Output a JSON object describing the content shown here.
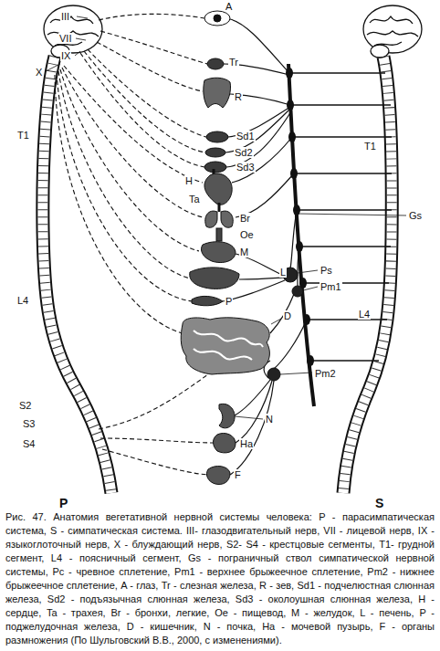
{
  "diagram": {
    "caption": "Рис. 47. Анатомия вегетативной нервной системы человека: P - парасимпатическая система, S - симпатическая система. III- глазодвигательный нерв, VII - лицевой нерв, IX - языкоглоточный нерв, X - блуждающий нерв, S2- S4 - крестцовые сегменты, T1- грудной сегмент, L4 - поясничный сегмент, Gs - пограничный ствол симпатической нервной системы, Pc - чревное сплетение, Pm1 - верхнее брыжеечное сплетение, Pm2 - нижнее брыжеечное сплетение, A - глаз, Tr - слезная железа, R - зев, Sd1 - подчелюстная слюнная железа, Sd2 - подъязычная слюнная железа, Sd3 - околоушная слюнная железа, H - сердце, Ta - трахея, Br - бронхи, легкие, Oe - пищевод, M - желудок, L - печень, P - поджелудочная железа, D - кишечник, N - почка, Ha - мочевой пузырь, F - органы размножения (По Шульговский В.В., 2000, с изменениями).",
    "labels": [
      "III",
      "VII",
      "IX",
      "X",
      "A",
      "Tr",
      "R",
      "Sd1",
      "Sd2",
      "Sd3",
      "T1",
      "T1",
      "H",
      "Ta",
      "Br",
      "Oe",
      "Gs",
      "M",
      "Ps",
      "L",
      "Pm1",
      "P",
      "L4",
      "L4",
      "D",
      "Pm2",
      "S2",
      "S3",
      "S4",
      "N",
      "Ha",
      "F",
      "P",
      "S"
    ]
  }
}
